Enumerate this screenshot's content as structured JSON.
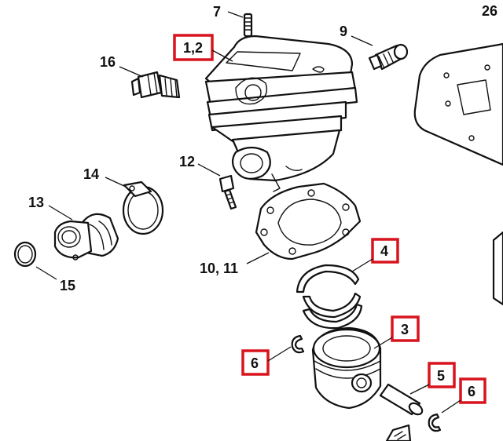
{
  "labels": {
    "p7": "7",
    "p26": "26",
    "p9": "9",
    "p1_2": "1,2",
    "p16": "16",
    "p12": "12",
    "p14": "14",
    "p13": "13",
    "p15": "15",
    "p10_11": "10, 11",
    "p4": "4",
    "p3": "3",
    "p6a": "6",
    "p5": "5",
    "p6b": "6"
  },
  "colors": {
    "highlight_box": "#d8141e",
    "line": "#111111",
    "background": "#ffffff"
  }
}
